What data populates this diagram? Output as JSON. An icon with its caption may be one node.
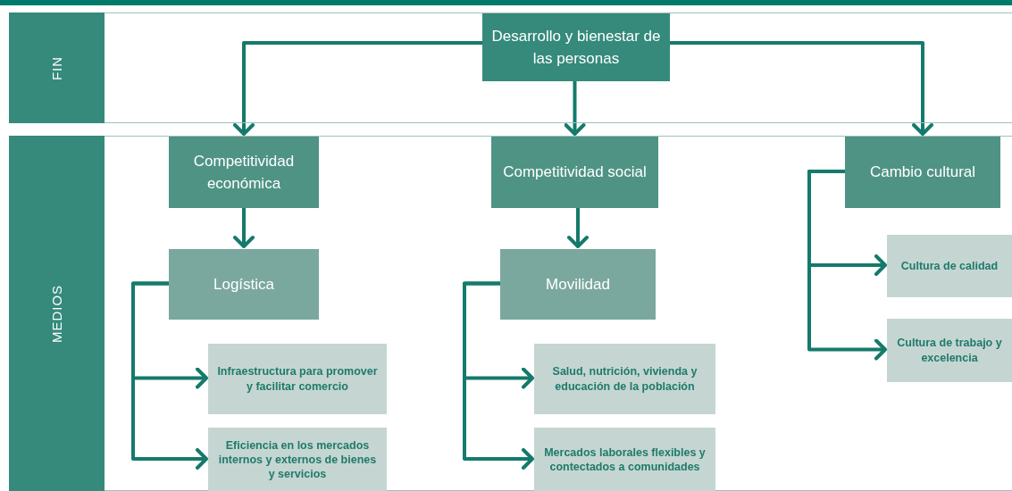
{
  "diagram": {
    "nodes": [
      {
        "text": [
          "FIN"
        ]
      },
      {
        "text": [
          "Desarrollo y bienestar de las personas"
        ],
        "in": 0
      },
      {
        "text": [
          "MEDIOS"
        ]
      },
      {
        "text": [
          "Competitividad económica"
        ],
        "in": 2
      },
      {
        "text": [
          "Competitividad social"
        ],
        "in": 2
      },
      {
        "text": [
          "Cambio cultural"
        ],
        "in": 2
      },
      {
        "text": [
          "Logística"
        ],
        "in": 2
      },
      {
        "text": [
          "Movilidad"
        ],
        "in": 2
      },
      {
        "text": [
          "Infraestructura para promover y facilitar comercio"
        ],
        "in": 2
      },
      {
        "text": [
          "Eficiencia en los mercados internos y externos de bienes y servicios"
        ],
        "in": 2
      },
      {
        "text": [
          "Salud, nutrición, vivienda y educación de la población"
        ],
        "in": 2
      },
      {
        "text": [
          "Mercados laborales flexibles y contectados a comunidades"
        ],
        "in": 2
      },
      {
        "text": [
          "Cultura de calidad"
        ],
        "in": 2
      },
      {
        "text": [
          "Cultura de trabajo y excelencia"
        ],
        "in": 2
      }
    ],
    "edges": [
      {
        "from": 1,
        "to": 3,
        "arrow": "to"
      },
      {
        "from": 1,
        "to": 4,
        "arrow": "to"
      },
      {
        "from": 1,
        "to": 5,
        "arrow": "to"
      },
      {
        "from": 3,
        "to": 6,
        "arrow": "to"
      },
      {
        "from": 4,
        "to": 7,
        "arrow": "to"
      },
      {
        "from": 6,
        "to": 8,
        "arrow": "to"
      },
      {
        "from": 6,
        "to": 9,
        "arrow": "to"
      },
      {
        "from": 7,
        "to": 10,
        "arrow": "to"
      },
      {
        "from": 7,
        "to": 11,
        "arrow": "to"
      },
      {
        "from": 5,
        "to": 12,
        "arrow": "to"
      },
      {
        "from": 5,
        "to": 13,
        "arrow": "to"
      }
    ]
  }
}
